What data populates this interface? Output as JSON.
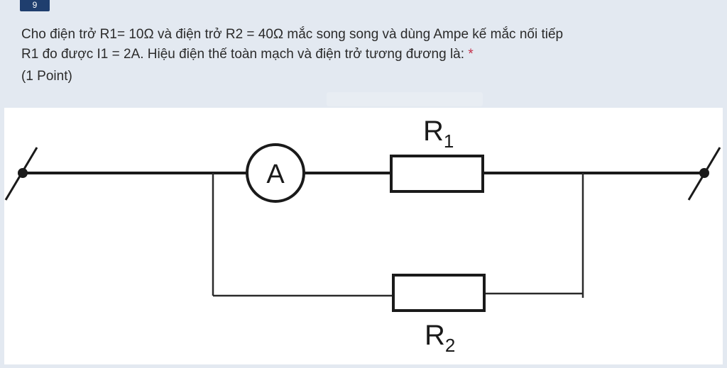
{
  "question": {
    "number": "9",
    "text_line1": "Cho điện trở R1= 10Ω và điện trở R2 = 40Ω mắc song song  và dùng Ampe kế mắc nối tiếp",
    "text_line2": "R1  đo được I1 =  2A. Hiệu điện thế toàn mạch và điện trở tương đương là: ",
    "required_mark": "*",
    "points": "(1 Point)"
  },
  "circuit": {
    "ammeter_label": "A",
    "r1_label": "R",
    "r1_sub": "1",
    "r2_label": "R",
    "r2_sub": "2"
  },
  "colors": {
    "required": "#c4314b",
    "number_badge": "#1f3e6e"
  }
}
